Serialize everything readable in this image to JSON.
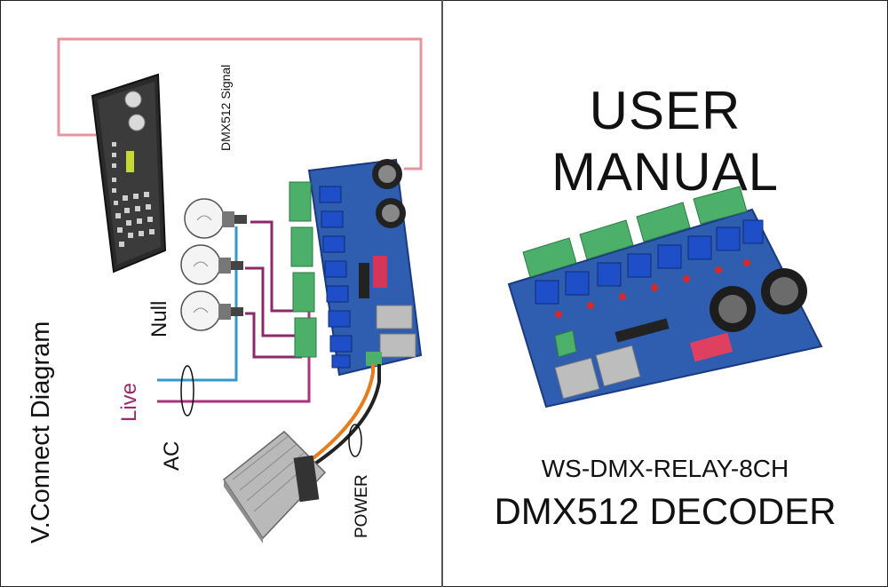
{
  "diagram": {
    "heading": "V.Connect Diagram",
    "signal_label": "DMX512 Signal",
    "null_label": "Null",
    "live_label": "Live",
    "ac_label": "AC",
    "power_label": "POWER"
  },
  "product": {
    "title": "USER MANUAL",
    "model": "WS-DMX-RELAY-8CH",
    "name": "DMX512 DECODER"
  },
  "colors": {
    "signal_wire": "#e8949d",
    "neutral_wire": "#3399cc",
    "live_wire": "#b0307c",
    "relay_wire": "#8b2a6a",
    "power_wire_pos": "#e87c1c",
    "power_wire_neg": "#222222",
    "pcb": "#2f5db0",
    "terminal": "#4cb06a"
  },
  "icons": [
    "dmx-console-icon",
    "light-bulb-icon",
    "relay-board-icon",
    "power-supply-icon"
  ]
}
